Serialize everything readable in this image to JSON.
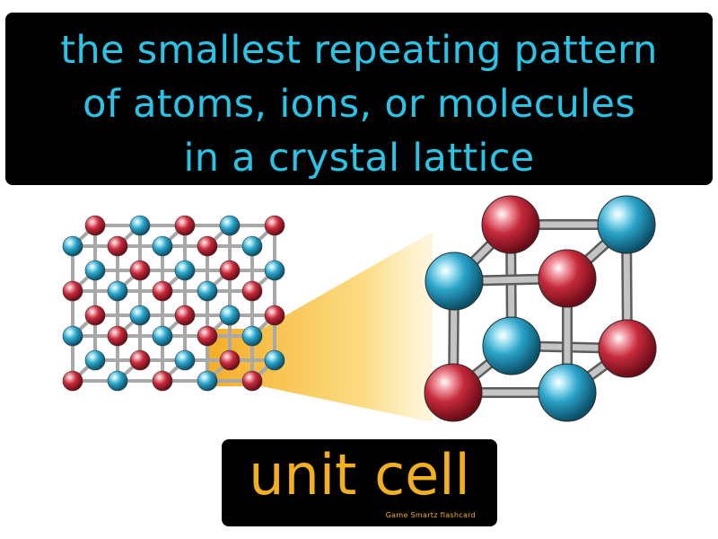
{
  "definition": {
    "lines": [
      "the smallest repeating pattern",
      "of atoms, ions, or molecules",
      "in a crystal lattice"
    ]
  },
  "term": "unit cell",
  "brand": "Game Smartz flashcard",
  "colors": {
    "definition_text": "#29c4e6",
    "term_text": "#f2b01e",
    "card_background": "#000000",
    "atom_red": "#b51c2d",
    "atom_blue": "#1b95b8",
    "highlight": "#f7b71d",
    "bond": "#9a9a9a"
  },
  "illustration": {
    "left": "crystal-lattice",
    "right": "unit-cell-cube",
    "connector": "zoom-highlight"
  }
}
